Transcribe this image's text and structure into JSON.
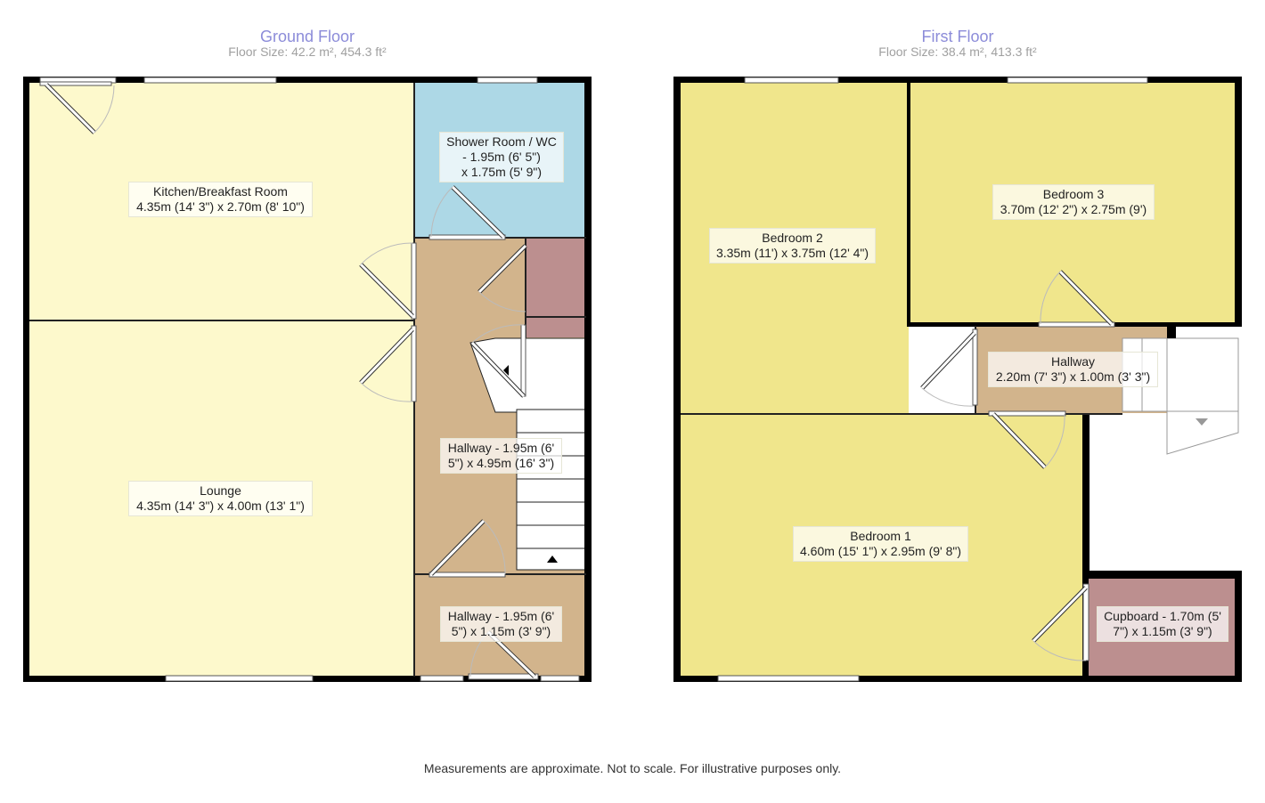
{
  "ground_floor": {
    "title": "Ground Floor",
    "size": "Floor Size: 42.2 m², 454.3 ft²",
    "rooms": [
      {
        "name": "Kitchen/Breakfast Room",
        "dims": "4.35m (14' 3\") x 2.70m (8' 10\")"
      },
      {
        "name": "Shower Room / WC",
        "dims": "- 1.95m (6' 5\")",
        "dims2": "x 1.75m (5' 9\")"
      },
      {
        "name": "Lounge",
        "dims": "4.35m (14' 3\") x 4.00m (13' 1\")"
      },
      {
        "name": "Hallway - 1.95m (6'",
        "dims": "5\") x 4.95m (16' 3\")"
      },
      {
        "name": "Hallway - 1.95m (6'",
        "dims": "5\") x 1.15m (3' 9\")"
      }
    ]
  },
  "first_floor": {
    "title": "First Floor",
    "size": "Floor Size: 38.4 m², 413.3 ft²",
    "rooms": [
      {
        "name": "Bedroom 2",
        "dims": "3.35m (11') x 3.75m (12' 4\")"
      },
      {
        "name": "Bedroom 3",
        "dims": "3.70m (12' 2\") x 2.75m (9')"
      },
      {
        "name": "Hallway",
        "dims": "2.20m (7' 3\") x 1.00m (3' 3\")"
      },
      {
        "name": "Bedroom 1",
        "dims": "4.60m (15' 1\") x 2.95m (9' 8\")"
      },
      {
        "name": "Cupboard - 1.70m (5'",
        "dims": "7\") x 1.15m (3' 9\")"
      }
    ]
  },
  "colors": {
    "kitchen_lounge": "#fdf9cc",
    "shower": "#add8e6",
    "hallway": "#d2b48c",
    "cupboard": "#bc8f8f",
    "bedroom": "#f0e68c",
    "wall": "#000000"
  },
  "disclaimer": "Measurements are approximate. Not to scale. For illustrative purposes only."
}
